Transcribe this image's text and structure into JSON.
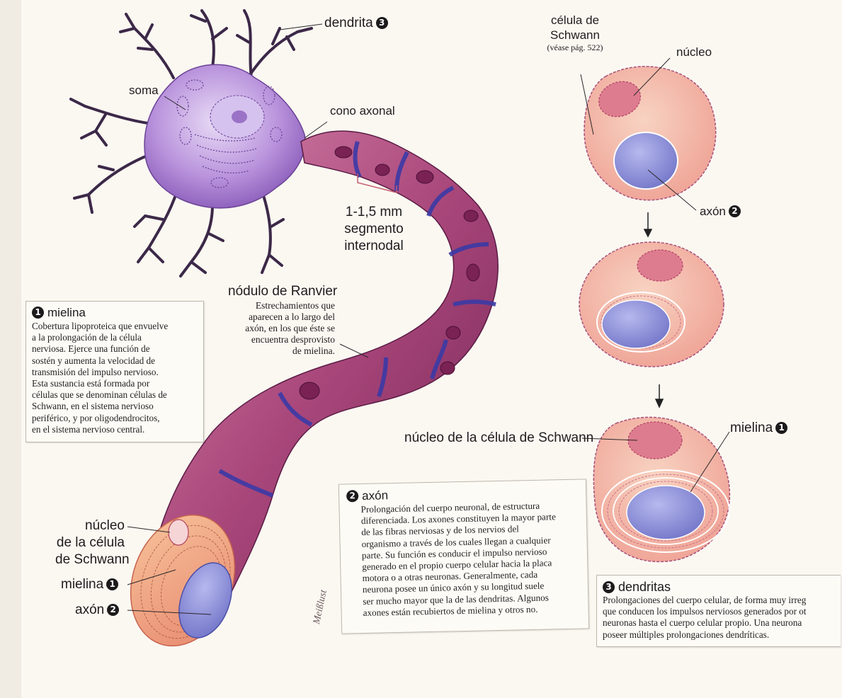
{
  "labels": {
    "dendrita": "dendrita",
    "soma": "soma",
    "cono_axonal": "cono axonal",
    "internodal_1": "1-1,5 mm",
    "internodal_2": "segmento",
    "internodal_3": "internodal",
    "nodulo_title": "nódulo de Ranvier",
    "nodulo_desc": [
      "Estrechamientos que",
      "aparecen a lo largo del",
      "axón, en los que éste se",
      "encuentra desprovisto",
      "de mielina."
    ],
    "schwann_1": "célula de",
    "schwann_2": "Schwann",
    "schwann_ref": "(véase pág. 522)",
    "nucleo": "núcleo",
    "axon_right": "axón",
    "nucleo_celula_schwann": "núcleo de la célula de Schwann",
    "mielina_right": "mielina",
    "nucleo_left": [
      "núcleo",
      "de la célula",
      "de Schwann"
    ],
    "mielina_left": "mielina",
    "axon_left": "axón"
  },
  "numbers": {
    "one": "1",
    "two": "2",
    "three": "3"
  },
  "box_mielina": {
    "title": "mielina",
    "lines": [
      "Cobertura lipoproteica que envuelve",
      "a la prolongación de la célula",
      "nerviosa. Ejerce una función de",
      "sostén y aumenta la velocidad de",
      "transmisión del impulso nervioso.",
      "Esta sustancia está formada por",
      "células que se denominan células de",
      "Schwann, en el sistema nervioso",
      "periférico, y por oligodendrocitos,",
      "en el sistema nervioso central."
    ]
  },
  "box_axon": {
    "title": "axón",
    "lines": [
      "Prolongación del cuerpo neuronal, de estructura",
      "diferenciada. Los axones constituyen la mayor parte",
      "de las fibras nerviosas y de los nervios del",
      "organismo a través de los cuales llegan a cualquier",
      "parte. Su función es conducir el impulso nervioso",
      "generado en el propio cuerpo celular hacia la placa",
      "motora o a otras neuronas. Generalmente, cada",
      "neurona posee un único axón y su longitud suele",
      "ser mucho mayor que la de las dendritas. Algunos",
      "axones están recubiertos de mielina y otros no."
    ]
  },
  "box_dendritas": {
    "title": "dendritas",
    "lines": [
      "Prolongaciones del cuerpo celular, de forma muy irreg",
      "que conducen los impulsos nerviosos generados por ot",
      "neuronas hasta el cuerpo celular propio. Una neurona",
      "poseer múltiples prolongaciones dendríticas."
    ]
  },
  "signature": "Meißlust",
  "colors": {
    "soma": "#b58ad8",
    "soma_dark": "#7f4fb0",
    "myelin": "#9c3f6e",
    "myelin_light": "#c86b93",
    "node": "#3e3aa0",
    "schwann_cell": "#f1b9a6",
    "schwann_nucleus": "#d36f86",
    "axon_core": "#8d8fd3",
    "layers": "#f0a77c"
  }
}
